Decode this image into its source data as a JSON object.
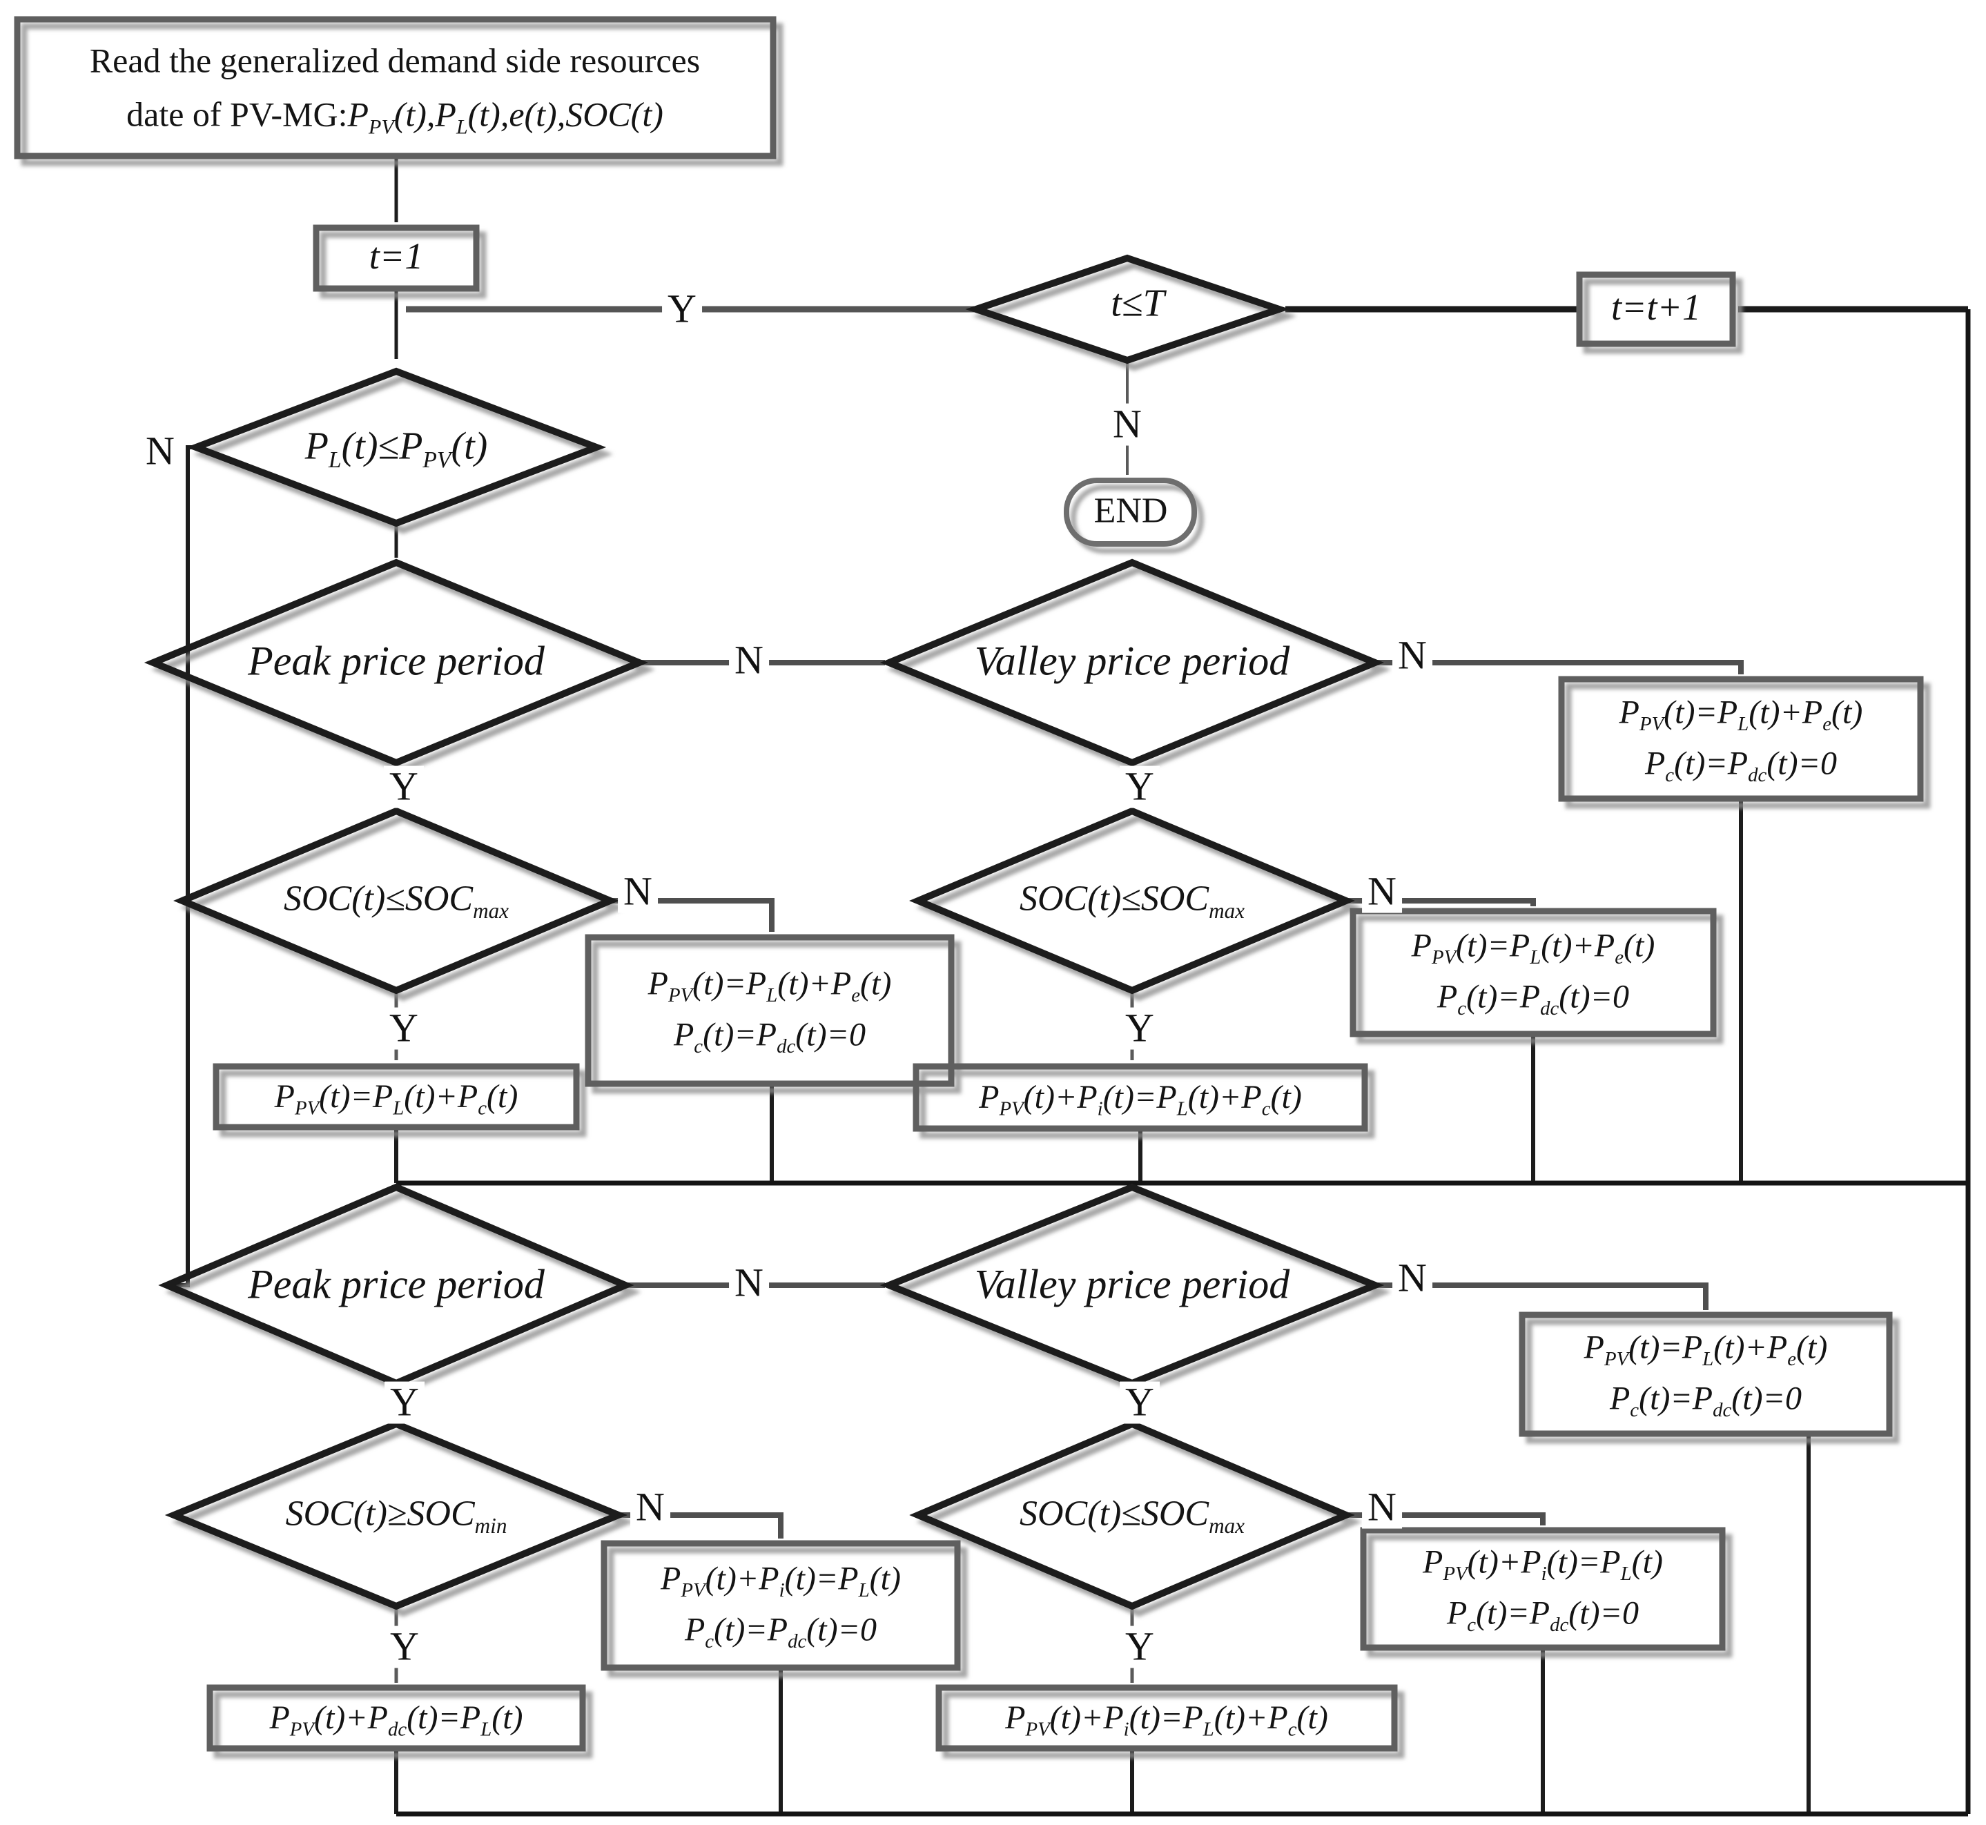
{
  "diagram": {
    "start": {
      "line1": "Read the generalized demand side resources",
      "line2_prefix": "date of PV-MG:",
      "line2_math": "P_{PV}(t),P_{L}(t),e(t),SOC(t)"
    },
    "init": "t=1",
    "loop_condition": "t≤T",
    "increment": "t=t+1",
    "terminator": "END",
    "labels": {
      "yes": "Y",
      "no": "N"
    },
    "decisions": {
      "net_load": "P_{L}(t)≤P_{PV}(t)",
      "peak_period": "Peak price period",
      "valley_period": "Valley price period",
      "soc_max": "SOC(t)≤SOC_{max}",
      "soc_min": "SOC(t)≥SOC_{min}"
    },
    "actions": {
      "pv_load_charge": "P_{PV}(t)=P_{L}(t)+P_{c}(t)",
      "pv_load_export": "P_{PV}(t)=P_{L}(t)+P_{e}(t)",
      "storage_idle": "P_{c}(t)=P_{dc}(t)=0",
      "pv_import_load_charge": "P_{PV}(t)+P_{i}(t)=P_{L}(t)+P_{c}(t)",
      "pv_import_load": "P_{PV}(t)+P_{i}(t)=P_{L}(t)",
      "pv_discharge_load": "P_{PV}(t)+P_{dc}(t)=P_{L}(t)"
    }
  }
}
